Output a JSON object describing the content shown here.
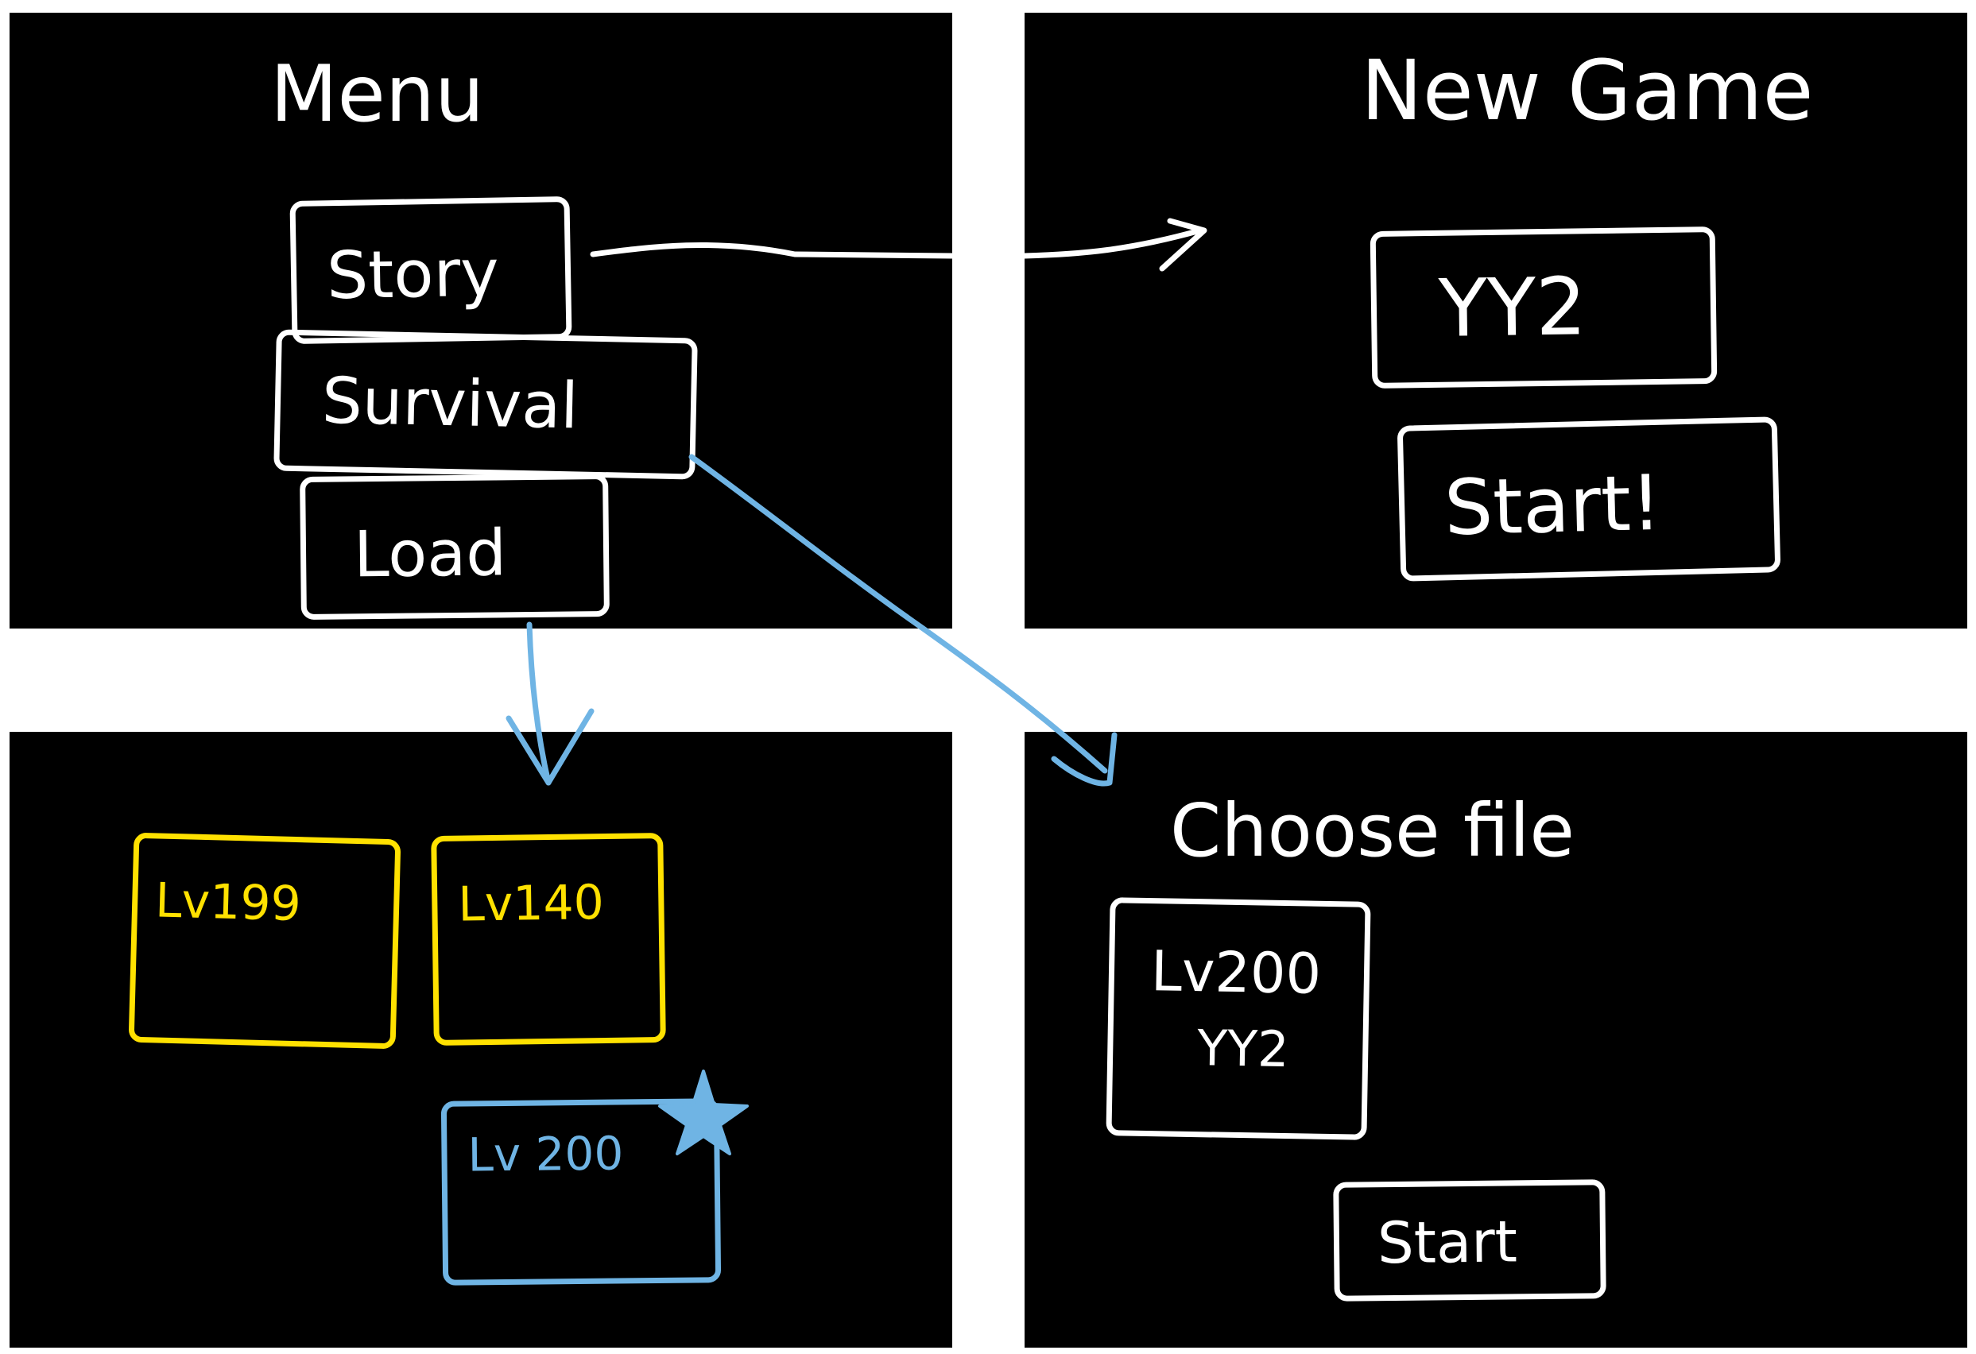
{
  "colors": {
    "background": "#ffffff",
    "panel": "#000000",
    "ink": "#ffffff",
    "yellow": "#FFE100",
    "blue": "#6FB4E4"
  },
  "menu": {
    "title": "Menu",
    "story_label": "Story",
    "survival_label": "Survival",
    "load_label": "Load"
  },
  "new_game": {
    "title": "New Game",
    "name_field": "YY2",
    "start_label": "Start!"
  },
  "load_screen": {
    "saves": [
      {
        "label": "Lv199"
      },
      {
        "label": "Lv140"
      },
      {
        "label": "Lv 200",
        "selected": true
      }
    ],
    "selected_marker_icon": "star-icon"
  },
  "choose_file": {
    "title": "Choose file",
    "file_level": "Lv200",
    "file_name": "YY2",
    "start_label": "Start"
  }
}
